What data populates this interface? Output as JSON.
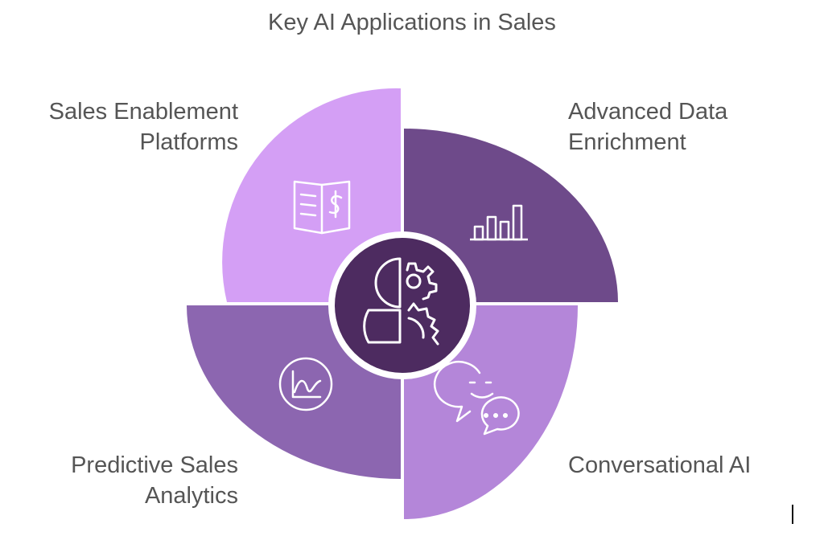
{
  "title": "Key AI Applications in Sales",
  "segments": [
    {
      "id": "sales-enablement",
      "lines": [
        "Sales Enablement",
        "Platforms"
      ],
      "color": "#d49ff5",
      "icon": "book-dollar-icon"
    },
    {
      "id": "advanced-data-enrichment",
      "lines": [
        "Advanced Data",
        "Enrichment"
      ],
      "color": "#6e4a8a",
      "icon": "bar-chart-icon"
    },
    {
      "id": "predictive-sales-analytics",
      "lines": [
        "Predictive Sales",
        "Analytics"
      ],
      "color": "#8c66b0",
      "icon": "line-chart-icon"
    },
    {
      "id": "conversational-ai",
      "lines": [
        "Conversational AI"
      ],
      "color": "#b486d9",
      "icon": "chat-bubbles-icon"
    }
  ],
  "center": {
    "color": "#4d2b60",
    "icon": "person-gear-icon"
  }
}
